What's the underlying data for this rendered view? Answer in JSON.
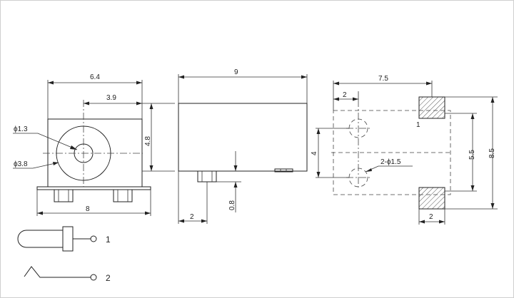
{
  "front_view": {
    "width_top": "6.4",
    "offset_center": "3.9",
    "hole_small": "ϕ1.3",
    "hole_large": "ϕ3.8",
    "height": "4.8",
    "width_bottom": "8"
  },
  "side_view": {
    "length": "9",
    "pin_offset": "2",
    "pin_height": "0.8"
  },
  "footprint": {
    "width": "7.5",
    "hole_offset": "2",
    "hole_spacing": "4",
    "hole_spec": "2-ϕ1.5",
    "pad_spacing": "5.5",
    "overall_height": "8.5",
    "pad_width": "2",
    "pad_label": "1"
  },
  "legend": {
    "item1": "1",
    "item2": "2"
  }
}
